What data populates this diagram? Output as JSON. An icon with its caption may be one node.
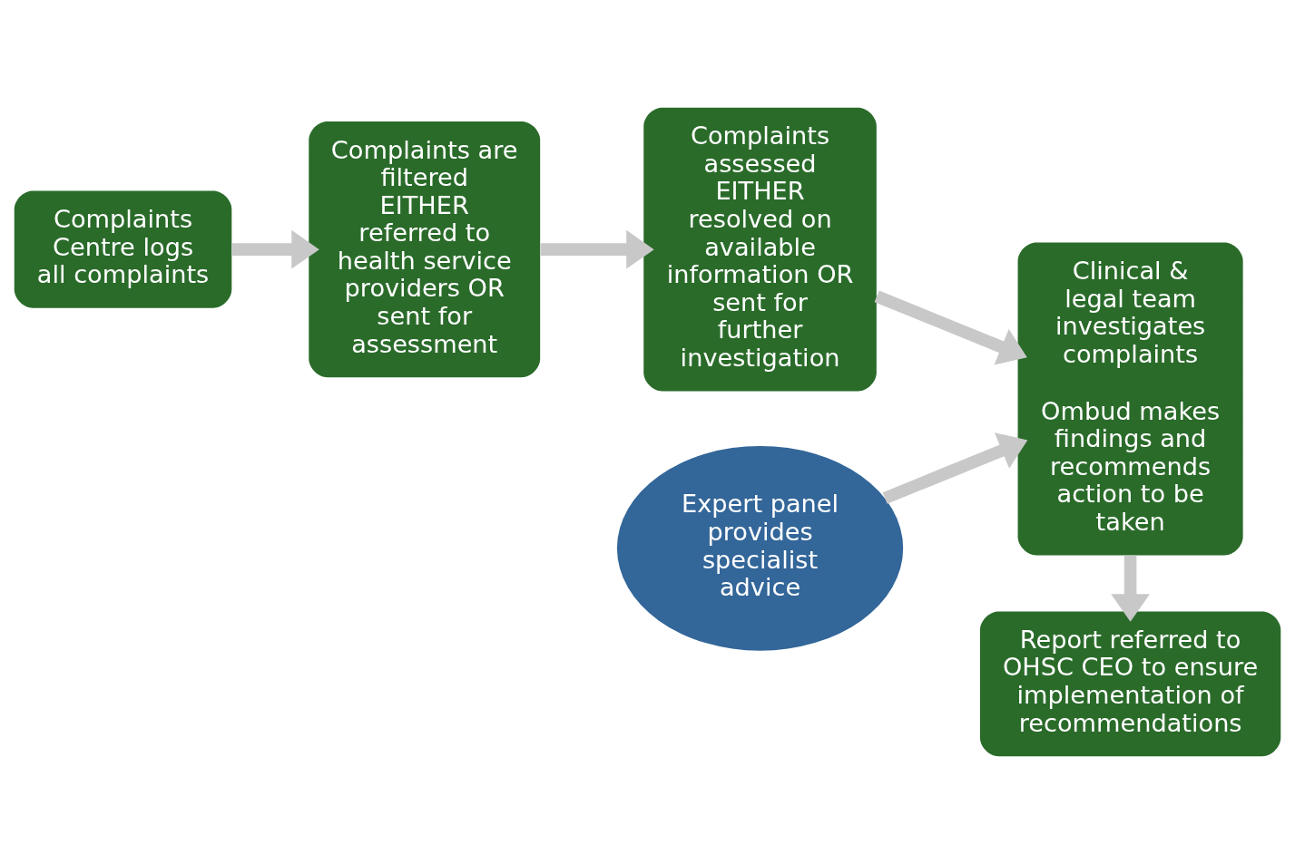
{
  "diagram": {
    "nodes": [
      {
        "text": [
          "Complaints Centre logs all complaints"
        ]
      },
      {
        "text": [
          "Complaints are filtered EITHER referred to health service providers OR sent for assessment"
        ]
      },
      {
        "text": [
          "Complaints assessed EITHER resolved on available information OR sent for further investigation"
        ]
      },
      {
        "text": [
          "Expert panel provides specialist advice"
        ]
      },
      {
        "text": [
          "Clinical & legal team investigates complaints",
          "Ombud makes findings and recommends action to be taken"
        ]
      },
      {
        "text": [
          "Report referred to OHSC CEO to ensure implementation of recommendations"
        ]
      }
    ],
    "edges": [
      {
        "from": 0,
        "to": 1,
        "arrow": "to"
      },
      {
        "from": 1,
        "to": 2,
        "arrow": "to"
      },
      {
        "from": 3,
        "to": 4,
        "arrow": "to"
      },
      {
        "from": 2,
        "to": 4,
        "arrow": "to"
      },
      {
        "from": 4,
        "to": 5,
        "arrow": "to"
      }
    ]
  }
}
